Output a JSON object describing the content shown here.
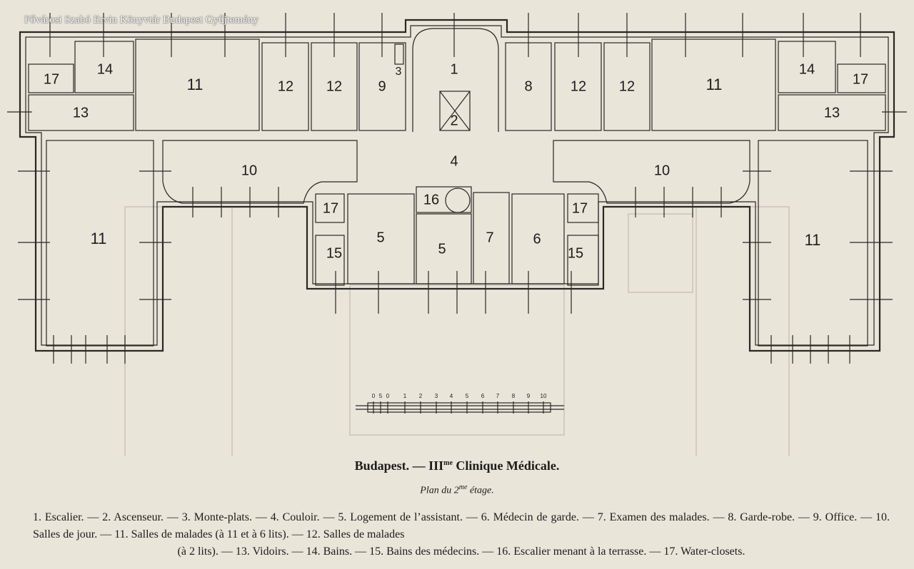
{
  "watermark": "Fővárosi Szabó Ervin Könyvtár Budapest Gyűjtemény",
  "caption": {
    "title_pre": "Budapest. — III",
    "title_sup": "me",
    "title_post": " Clinique Médicale.",
    "subtitle_pre": "Plan du 2",
    "subtitle_sup": "me",
    "subtitle_post": " étage."
  },
  "legend": {
    "line1": "1. Escalier. — 2. Ascenseur. — 3. Monte-plats. — 4. Couloir. — 5. Logement de l’assistant. — 6. Médecin de garde. — 7. Examen des",
    "line2": "malades. — 8. Garde-robe. — 9. Office. — 10. Salles de jour. — 11. Salles de malades (à 11 et à 6 lits). — 12. Salles de malades",
    "line3": "(à 2 lits). — 13. Vidoirs. — 14. Bains. — 15. Bains des médecins. — 16. Escalier menant à la terrasse. — 17. Water-closets."
  },
  "rooms": {
    "r17a": "17",
    "r14a": "14",
    "r13a": "13",
    "r11a": "11",
    "r12a": "12",
    "r12b": "12",
    "r9": "9",
    "r3": "3",
    "r1": "1",
    "r2": "2",
    "r8": "8",
    "r12c": "12",
    "r12d": "12",
    "r11b": "11",
    "r14b": "14",
    "r17b": "17",
    "r13b": "13",
    "r11c": "11",
    "r10a": "10",
    "r4": "4",
    "r10b": "10",
    "r11d": "11",
    "r17c": "17",
    "r15a": "15",
    "r5a": "5",
    "r16": "16",
    "r5b": "5",
    "r7": "7",
    "r6": "6",
    "r17d": "17",
    "r15b": "15"
  },
  "scale": {
    "labels": [
      "0",
      "5",
      "0",
      "1",
      "2",
      "3",
      "4",
      "5",
      "6",
      "7",
      "8",
      "9",
      "10"
    ]
  }
}
